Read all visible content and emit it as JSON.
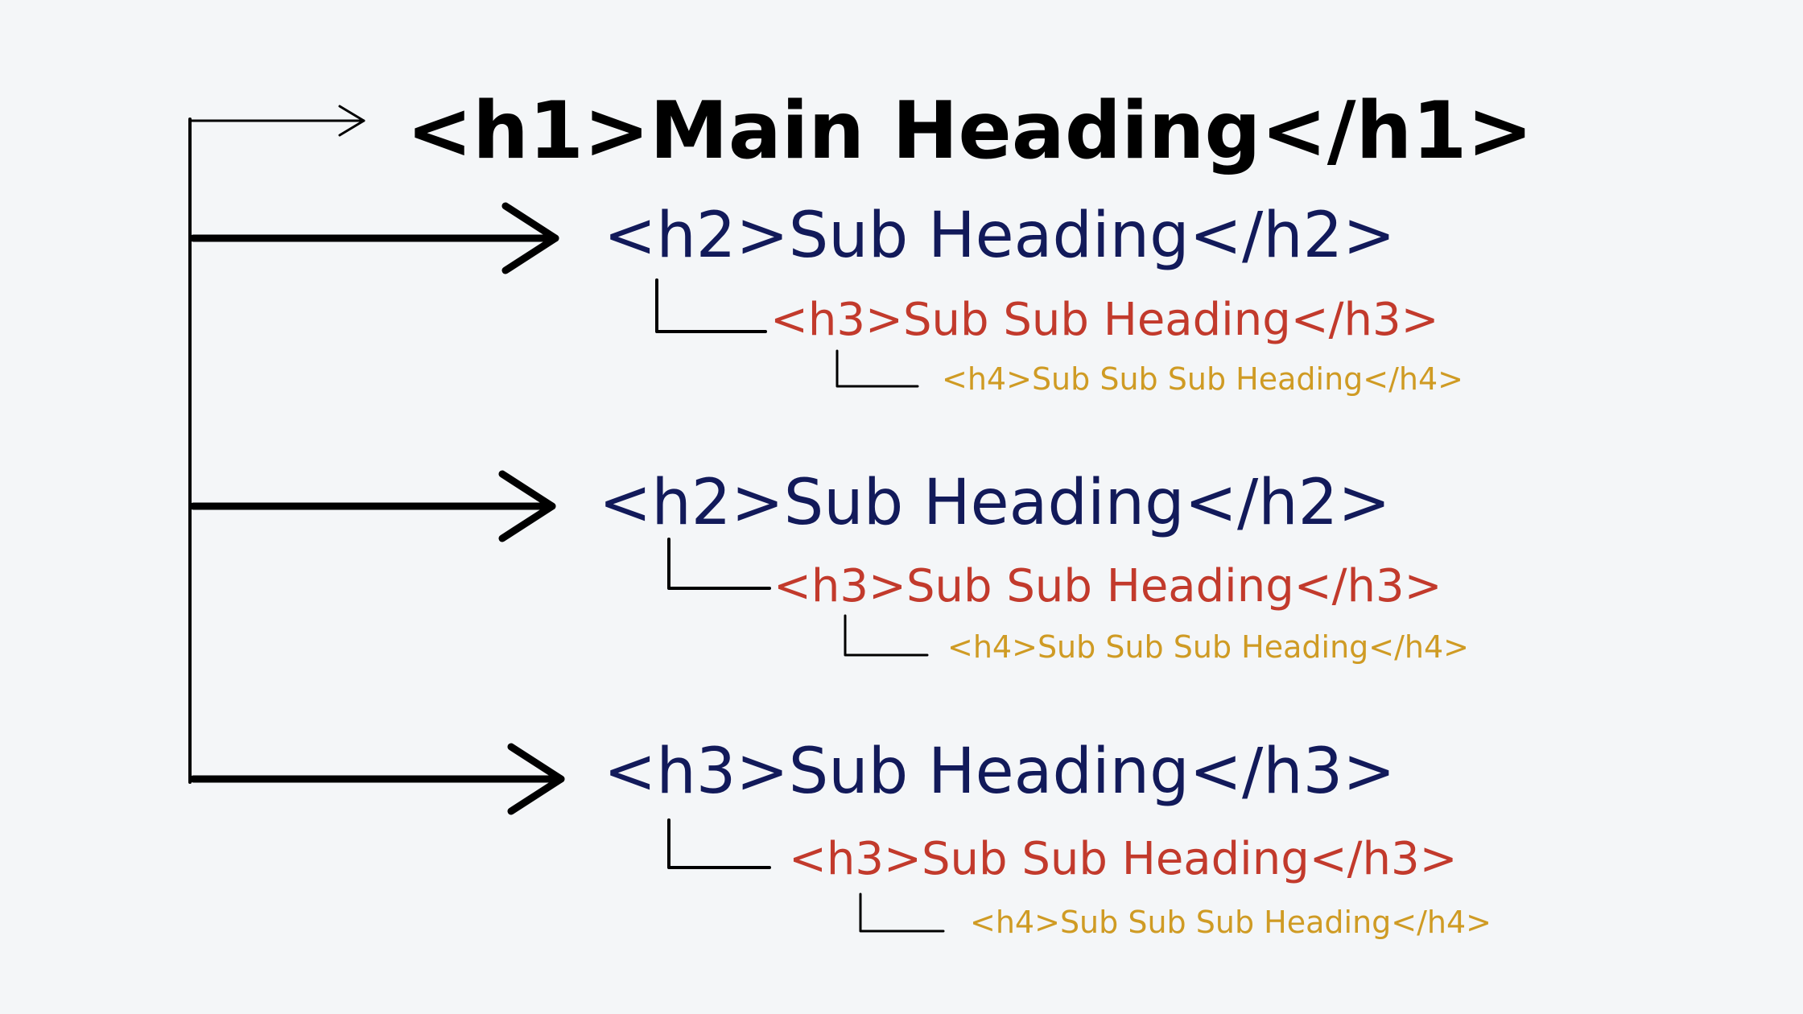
{
  "colors": {
    "background": "#f4f6f8",
    "h1": "#000000",
    "h2": "#121a5a",
    "h3": "#c23a2c",
    "h4": "#cf9b24",
    "lines": "#000000"
  },
  "main_heading": "<h1>Main Heading</h1>",
  "groups": [
    {
      "heading": "<h2>Sub Heading</h2>",
      "sub": "<h3>Sub Sub Heading</h3>",
      "subsub": "<h4>Sub Sub Sub Heading</h4>"
    },
    {
      "heading": "<h2>Sub Heading</h2>",
      "sub": "<h3>Sub Sub Heading</h3>",
      "subsub": "<h4>Sub Sub Sub Heading</h4>"
    },
    {
      "heading": "<h3>Sub Heading</h3>",
      "sub": "<h3>Sub Sub Heading</h3>",
      "subsub": "<h4>Sub Sub Sub Heading</h4>"
    }
  ]
}
